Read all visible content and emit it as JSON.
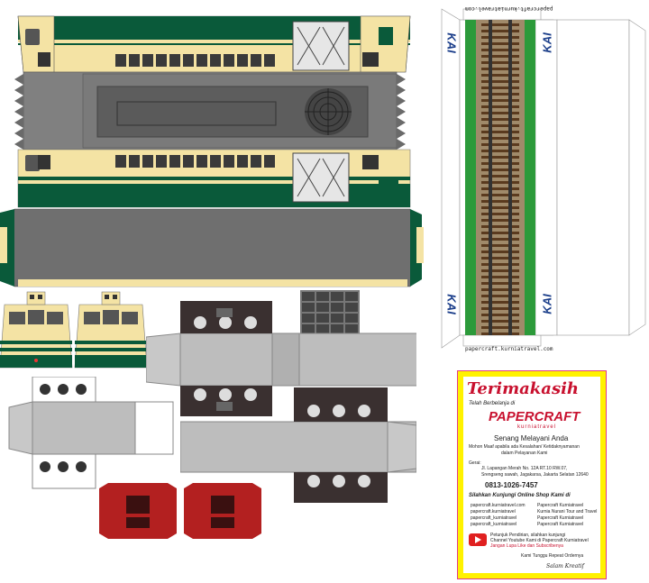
{
  "track_top_url": "papercraft.kurniatravel.com",
  "track_bottom_url": "papercraft.kurniatravel.com",
  "kai_logo": "KAI",
  "card": {
    "title": "Terimakasih",
    "subtitle": "Telah Berbelanja di",
    "brand_main": "PAPERCRAFT",
    "brand_sub": "kurniatravel",
    "slogan": "Senang Melayani Anda",
    "apology_1": "Mohon Maaf apabila ada Kesalahan/ Ketidaknyamanan",
    "apology_2": "dalam Pelayanan Kami",
    "address_label": "Gerai:",
    "address_1": "Jl. Lapangan Merah No. 12A RT.10 RW.07,",
    "address_2": "Srengseng sawah, Jagakarsa, Jakarta Selatan 12640",
    "phone": "0813-1026-7457",
    "shop_invite": "Silahkan Kunjungi Online Shop Kami di",
    "links_left": [
      "papercraft.kurniatravel.com",
      "papercraft.kurniatravel",
      "papercraft_kurniatravel",
      "papercraft_kurniatravel"
    ],
    "links_right": [
      "Papercraft Kurniatravel",
      "Kurnia Nurani Tour and Travel",
      "Papercraft Kurniatravel",
      "Papercraft Kurniatravel"
    ],
    "youtube_1": "Petunjuk Pendirian, silahkan kunjungi",
    "youtube_2": "Channel Youtube Kami di Papercraft Kurniatravel",
    "youtube_3": "Jangan Lupa Like dan Subscribenya",
    "closing": "Kami Tunggu Repeat Ordernya",
    "signature": "Salam Kreatif"
  },
  "colors": {
    "loco_green": "#0a5a3a",
    "loco_cream": "#f4e3a4",
    "roof_gray": "#7a7a7a",
    "bogie_dark": "#3a3030",
    "bogie_red": "#b32020",
    "grass": "#2c9a3a",
    "card_border": "#e03a8a",
    "card_yellow": "#fff200"
  }
}
